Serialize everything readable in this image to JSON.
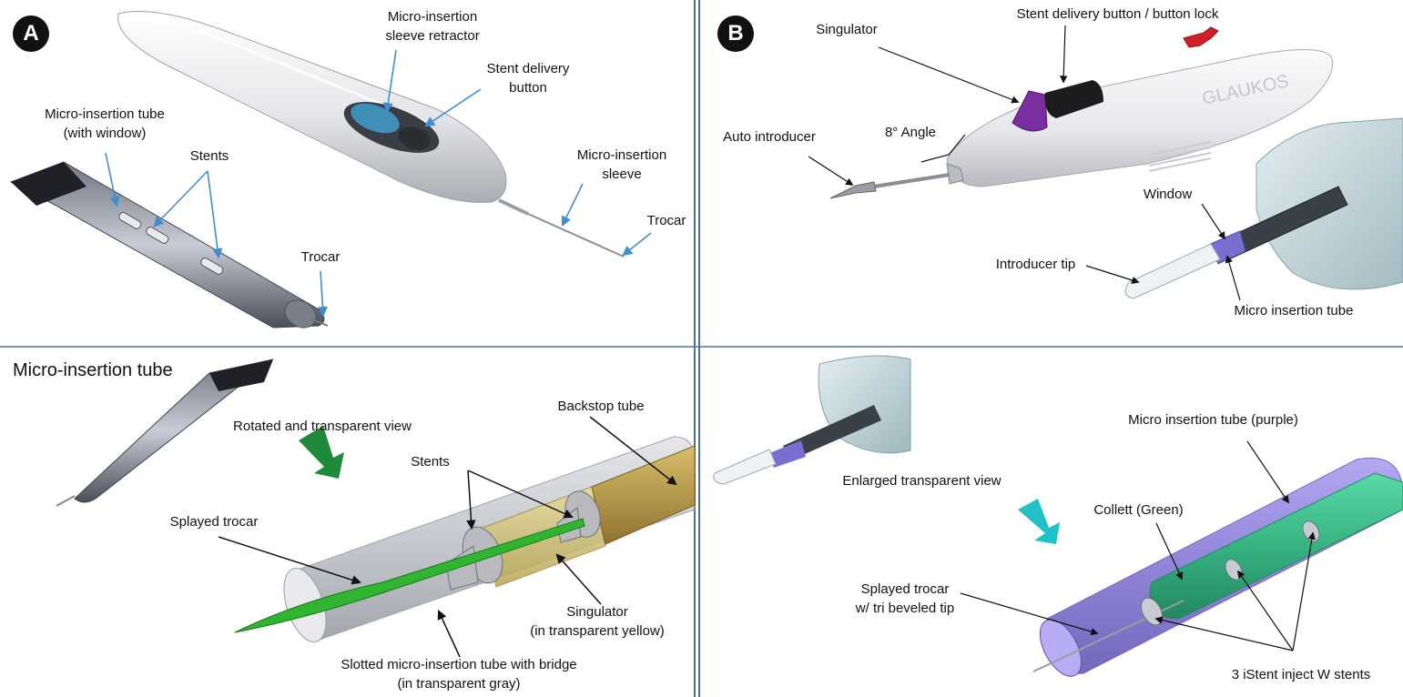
{
  "panels": {
    "a": {
      "badge": "A"
    },
    "b": {
      "badge": "B"
    }
  },
  "labels": {
    "a_micro_sleeve_retractor_1": "Micro-insertion",
    "a_micro_sleeve_retractor_2": "sleeve retractor",
    "a_stent_delivery_1": "Stent delivery",
    "a_stent_delivery_2": "button",
    "a_micro_tube_1": "Micro-insertion tube",
    "a_micro_tube_2": "(with window)",
    "a_stents": "Stents",
    "a_micro_sleeve_1": "Micro-insertion",
    "a_micro_sleeve_2": "sleeve",
    "a_trocar_top": "Trocar",
    "a_trocar_bottom": "Trocar",
    "b_singulator": "Singulator",
    "b_stent_button_lock": "Stent delivery button / button lock",
    "b_auto_introducer": "Auto introducer",
    "b_angle": "8° Angle",
    "b_window": "Window",
    "b_introducer_tip": "Introducer tip",
    "b_micro_insertion_tube": "Micro insertion tube",
    "c_heading": "Micro-insertion tube",
    "c_rotated": "Rotated and transparent view",
    "c_backstop": "Backstop tube",
    "c_stents": "Stents",
    "c_splayed": "Splayed trocar",
    "c_singulator_1": "Singulator",
    "c_singulator_2": "(in transparent yellow)",
    "c_slotted_1": "Slotted micro-insertion tube with bridge",
    "c_slotted_2": "(in transparent gray)",
    "d_micro_tube_purple": "Micro insertion tube (purple)",
    "d_enlarged": "Enlarged transparent view",
    "d_collett": "Collett (Green)",
    "d_splayed_1": "Splayed trocar",
    "d_splayed_2": "w/ tri beveled tip",
    "d_three_stents": "3 iStent inject W stents"
  },
  "device_text": {
    "brand": "GLAUKOS"
  },
  "colors": {
    "divider": "#4a6fa5",
    "blue_arrow": "#3f8fd0",
    "green_arrow": "#1f8a3a",
    "cyan_arrow": "#22c1c8",
    "singulator_purple": "#7a2fa0",
    "lock_red": "#d0202a",
    "trocar_green": "#2fb52f",
    "collett_green": "#2dbf7a",
    "tube_purple": "#8a7bd6",
    "tube_gray": "#c9cbd2",
    "singulator_yellow": "#d6c46a",
    "backstop_tan": "#b89a4a"
  }
}
